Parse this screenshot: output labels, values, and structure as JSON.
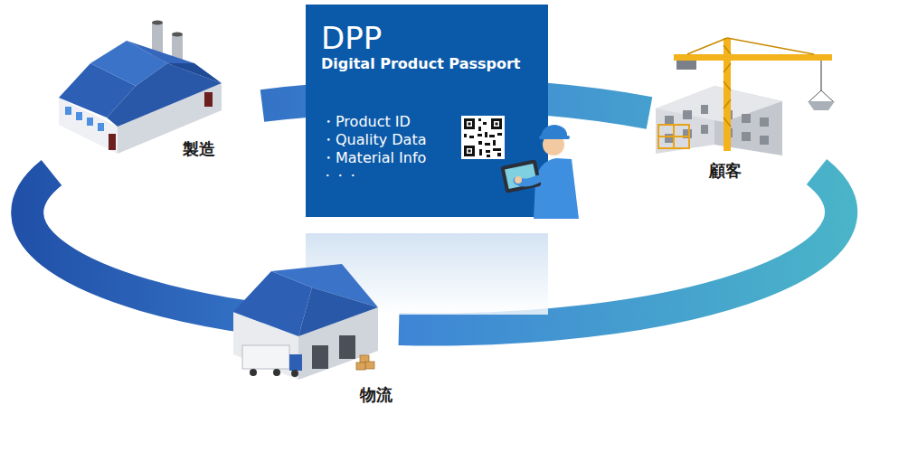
{
  "diagram": {
    "nodes": [
      {
        "text": [
          "DPP",
          "Digital Product Passport",
          "・Product ID",
          "・Quality Data",
          "・Material Info",
          "・・・"
        ]
      }
    ],
    "labels": [
      "製造",
      "顧客",
      "物流"
    ]
  }
}
